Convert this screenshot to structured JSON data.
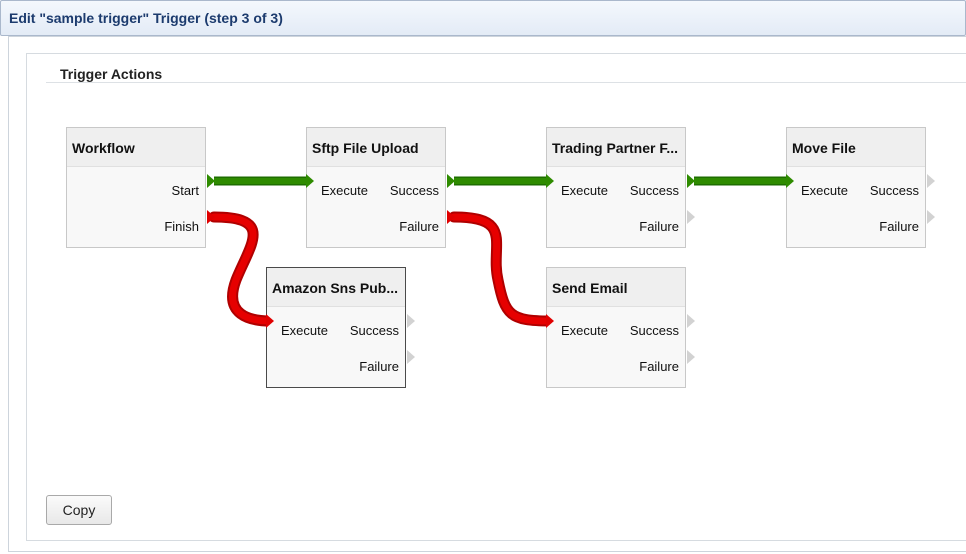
{
  "window": {
    "title": "Edit \"sample trigger\" Trigger (step 3 of 3)"
  },
  "section": {
    "legend": "Trigger Actions"
  },
  "nodes": {
    "workflow": {
      "title": "Workflow",
      "ports": {
        "start": "Start",
        "finish": "Finish"
      }
    },
    "sftp": {
      "title": "Sftp File Upload",
      "ports": {
        "execute": "Execute",
        "success": "Success",
        "failure": "Failure"
      }
    },
    "trading": {
      "title": "Trading Partner F...",
      "ports": {
        "execute": "Execute",
        "success": "Success",
        "failure": "Failure"
      }
    },
    "move": {
      "title": "Move File",
      "ports": {
        "execute": "Execute",
        "success": "Success",
        "failure": "Failure"
      }
    },
    "amazon": {
      "title": "Amazon Sns Pub...",
      "ports": {
        "execute": "Execute",
        "success": "Success",
        "failure": "Failure"
      }
    },
    "email": {
      "title": "Send Email",
      "ports": {
        "execute": "Execute",
        "success": "Success",
        "failure": "Failure"
      }
    }
  },
  "connections": [
    {
      "from": "workflow.start",
      "to": "sftp.execute",
      "kind": "success",
      "color": "#2e8b00"
    },
    {
      "from": "sftp.success",
      "to": "trading.execute",
      "kind": "success",
      "color": "#2e8b00"
    },
    {
      "from": "trading.success",
      "to": "move.execute",
      "kind": "success",
      "color": "#2e8b00"
    },
    {
      "from": "workflow.finish",
      "to": "amazon.execute",
      "kind": "failure",
      "color": "#e00000"
    },
    {
      "from": "sftp.failure",
      "to": "email.execute",
      "kind": "failure",
      "color": "#e00000"
    }
  ],
  "colors": {
    "success_wire": "#2e8b00",
    "failure_wire": "#e00000",
    "port_idle": "#d2d2d2",
    "title_text": "#1c3b6e"
  },
  "buttons": {
    "copy": "Copy"
  }
}
